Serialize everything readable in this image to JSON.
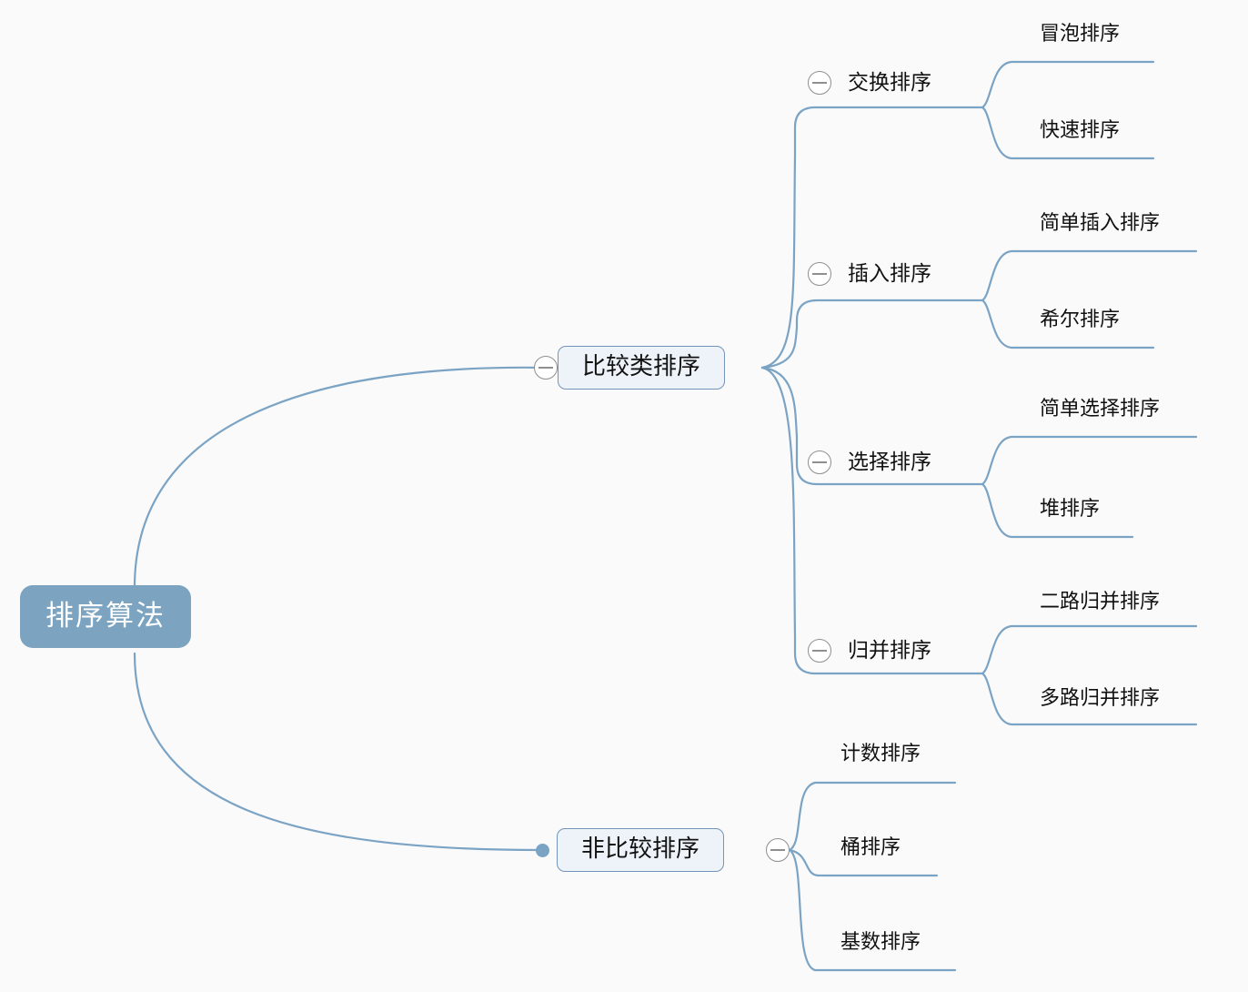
{
  "canvas": {
    "background_color": "#fafafb",
    "link_color": "#7ba3c4",
    "root_fill": "#7ca4c0",
    "root_text_color": "#ffffff",
    "branch_fill": "#edf3f8",
    "branch_border": "#7494b8",
    "toggle_color": "#8f8f8f",
    "text_color": "#111111"
  },
  "mindmap": {
    "root": {
      "label": "排序算法",
      "collapsed": false
    },
    "branches": [
      {
        "label": "比较类排序",
        "toggle": "collapse-toggle",
        "groups": [
          {
            "label": "交换排序",
            "toggle": "collapse-toggle",
            "leaves": [
              {
                "label": "冒泡排序"
              },
              {
                "label": "快速排序"
              }
            ]
          },
          {
            "label": "插入排序",
            "toggle": "collapse-toggle",
            "leaves": [
              {
                "label": "简单插入排序"
              },
              {
                "label": "希尔排序"
              }
            ]
          },
          {
            "label": "选择排序",
            "toggle": "collapse-toggle",
            "leaves": [
              {
                "label": "简单选择排序"
              },
              {
                "label": "堆排序"
              }
            ]
          },
          {
            "label": "归并排序",
            "toggle": "collapse-toggle",
            "leaves": [
              {
                "label": "二路归并排序"
              },
              {
                "label": "多路归并排序"
              }
            ]
          }
        ]
      },
      {
        "label": "非比较排序",
        "toggle": "collapse-toggle",
        "leaves": [
          {
            "label": "计数排序"
          },
          {
            "label": "桶排序"
          },
          {
            "label": "基数排序"
          }
        ]
      }
    ]
  }
}
